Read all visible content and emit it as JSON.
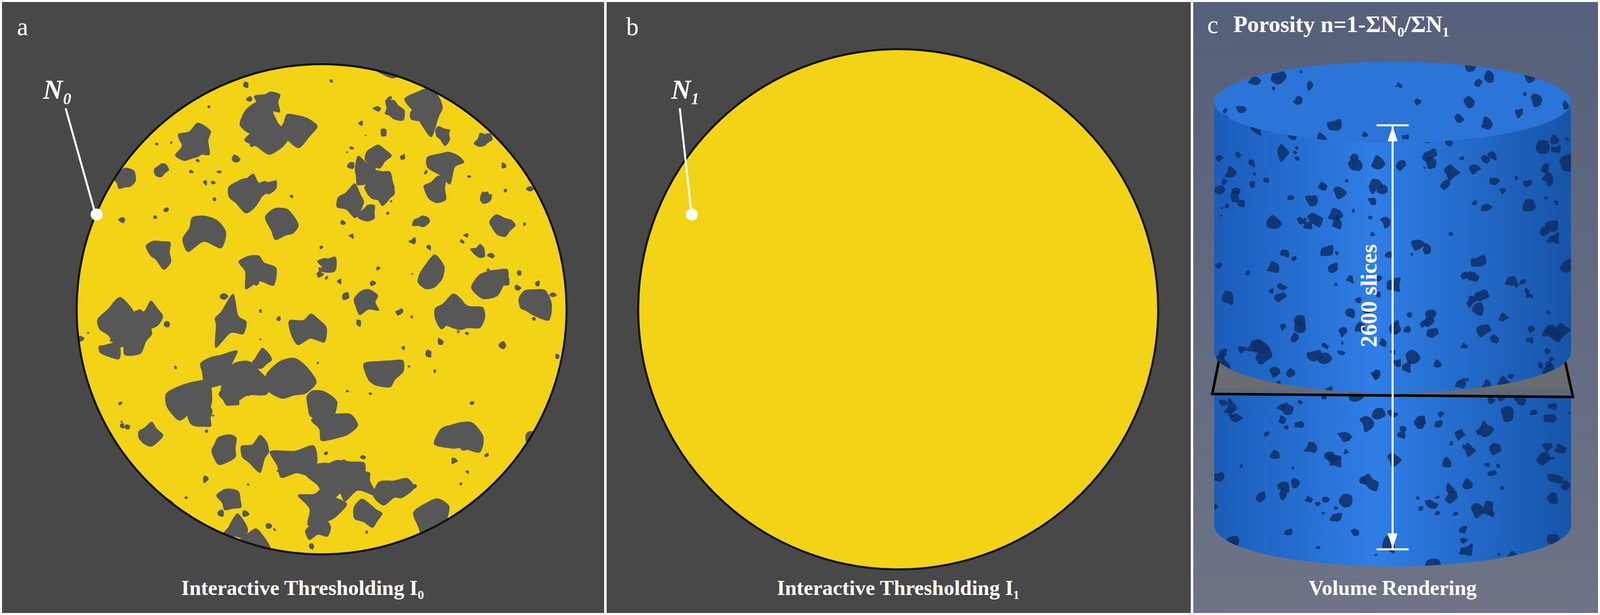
{
  "diagram": {
    "labels": [
      "a",
      "N₀",
      "Interactive Thresholding I₀",
      "b",
      "N₁",
      "Interactive Thresholding I₁",
      "c",
      "Porosity n=1-ΣN₀/ΣN₁",
      "2600 slices",
      "Volume Rendering"
    ]
  }
}
